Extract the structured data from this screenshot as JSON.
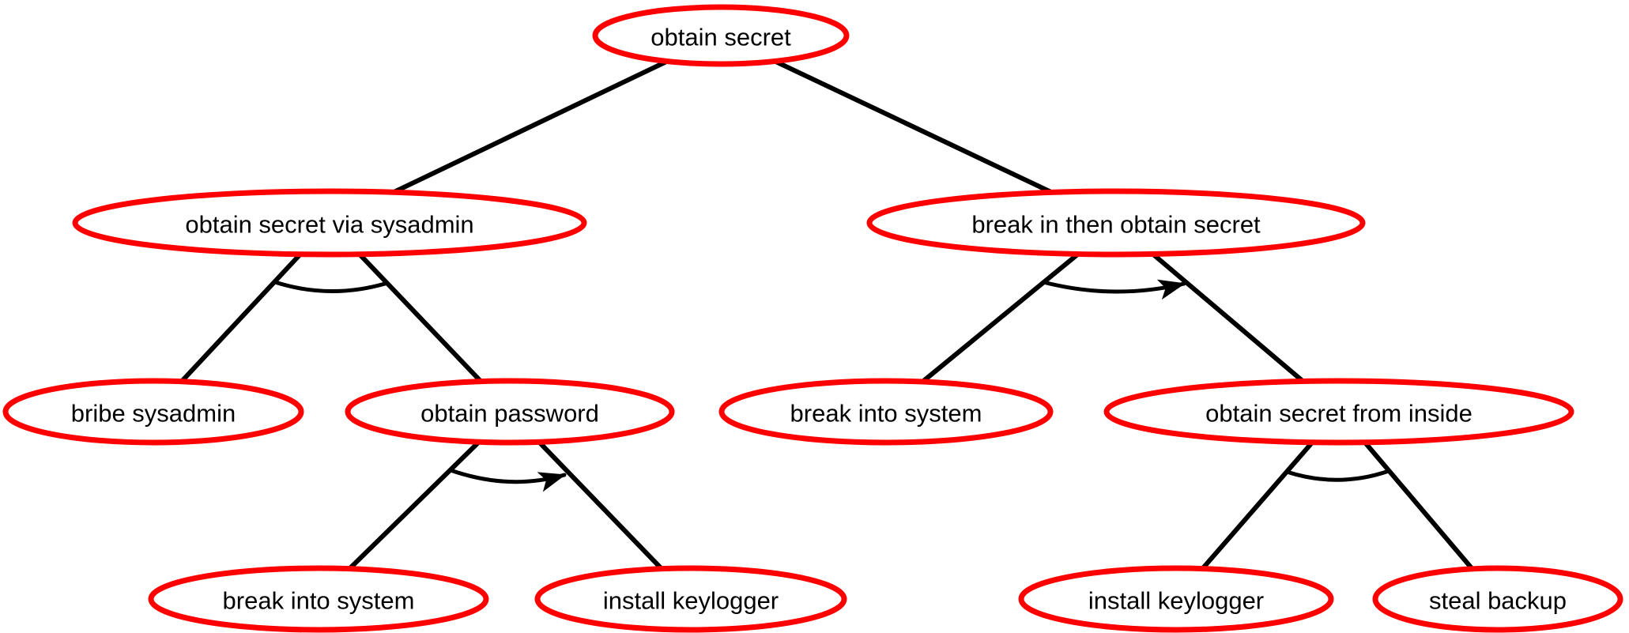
{
  "diagram": {
    "kind": "attack-tree",
    "background_color": "#ffffff",
    "node_fill_color": "#ffffff",
    "node_border_color": "#ff0000",
    "edge_color": "#000000",
    "text_color": "#000000",
    "nodes": [
      {
        "id": "obtain-secret",
        "label": "obtain secret",
        "children_connector": "none"
      },
      {
        "id": "obtain-secret-via-sysadmin",
        "label": "obtain secret via sysadmin",
        "children_connector": "arc"
      },
      {
        "id": "break-in-then-obtain-secret",
        "label": "break in then obtain secret",
        "children_connector": "arc-arrow"
      },
      {
        "id": "bribe-sysadmin",
        "label": "bribe sysadmin",
        "children_connector": "none"
      },
      {
        "id": "obtain-password",
        "label": "obtain password",
        "children_connector": "arc-arrow"
      },
      {
        "id": "break-into-system-mid",
        "label": "break into system",
        "children_connector": "none"
      },
      {
        "id": "obtain-secret-from-inside",
        "label": "obtain secret from inside",
        "children_connector": "arc"
      },
      {
        "id": "break-into-system-bottom",
        "label": "break into system",
        "children_connector": "none"
      },
      {
        "id": "install-keylogger-left",
        "label": "install keylogger",
        "children_connector": "none"
      },
      {
        "id": "install-keylogger-right",
        "label": "install keylogger",
        "children_connector": "none"
      },
      {
        "id": "steal-backup",
        "label": "steal backup",
        "children_connector": "none"
      }
    ],
    "edges": [
      {
        "from": "obtain-secret",
        "to": "obtain-secret-via-sysadmin"
      },
      {
        "from": "obtain-secret",
        "to": "break-in-then-obtain-secret"
      },
      {
        "from": "obtain-secret-via-sysadmin",
        "to": "bribe-sysadmin"
      },
      {
        "from": "obtain-secret-via-sysadmin",
        "to": "obtain-password"
      },
      {
        "from": "break-in-then-obtain-secret",
        "to": "break-into-system-mid"
      },
      {
        "from": "break-in-then-obtain-secret",
        "to": "obtain-secret-from-inside"
      },
      {
        "from": "obtain-password",
        "to": "break-into-system-bottom"
      },
      {
        "from": "obtain-password",
        "to": "install-keylogger-left"
      },
      {
        "from": "obtain-secret-from-inside",
        "to": "install-keylogger-right"
      },
      {
        "from": "obtain-secret-from-inside",
        "to": "steal-backup"
      }
    ]
  }
}
